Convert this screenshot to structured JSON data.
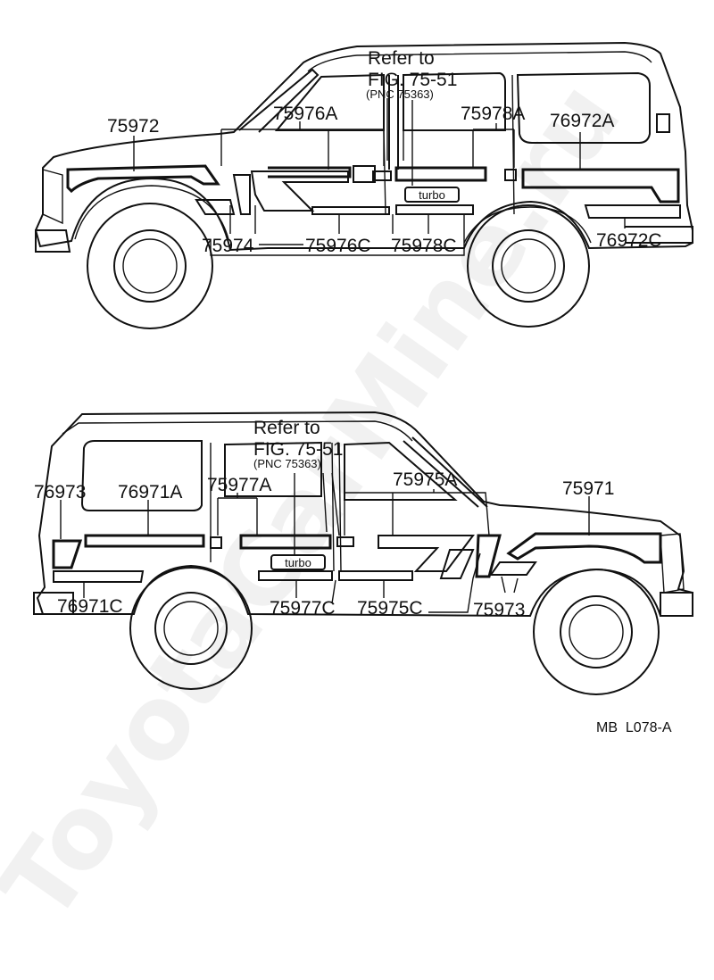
{
  "watermark": "ToyotaCarMine.ru",
  "diagram_code": "MB  L078-A",
  "top_view": {
    "refer": {
      "line1": "Refer to",
      "line2": "FIG. 75-51",
      "line3": "(PNC 75363)"
    },
    "badge": "turbo",
    "labels": {
      "p75972": "75972",
      "p75976A": "75976A",
      "p75978A": "75978A",
      "p76972A": "76972A",
      "p75974": "75974",
      "p75976C": "75976C",
      "p75978C": "75978C",
      "p76972C": "76972C"
    }
  },
  "bottom_view": {
    "refer": {
      "line1": "Refer to",
      "line2": "FIG. 75-51",
      "line3": "(PNC 75363)"
    },
    "badge": "turbo",
    "labels": {
      "p76973": "76973",
      "p76971A": "76971A",
      "p75977A": "75977A",
      "p75975A": "75975A",
      "p75971": "75971",
      "p76971C": "76971C",
      "p75977C": "75977C",
      "p75975C": "75975C",
      "p75973": "75973"
    }
  }
}
